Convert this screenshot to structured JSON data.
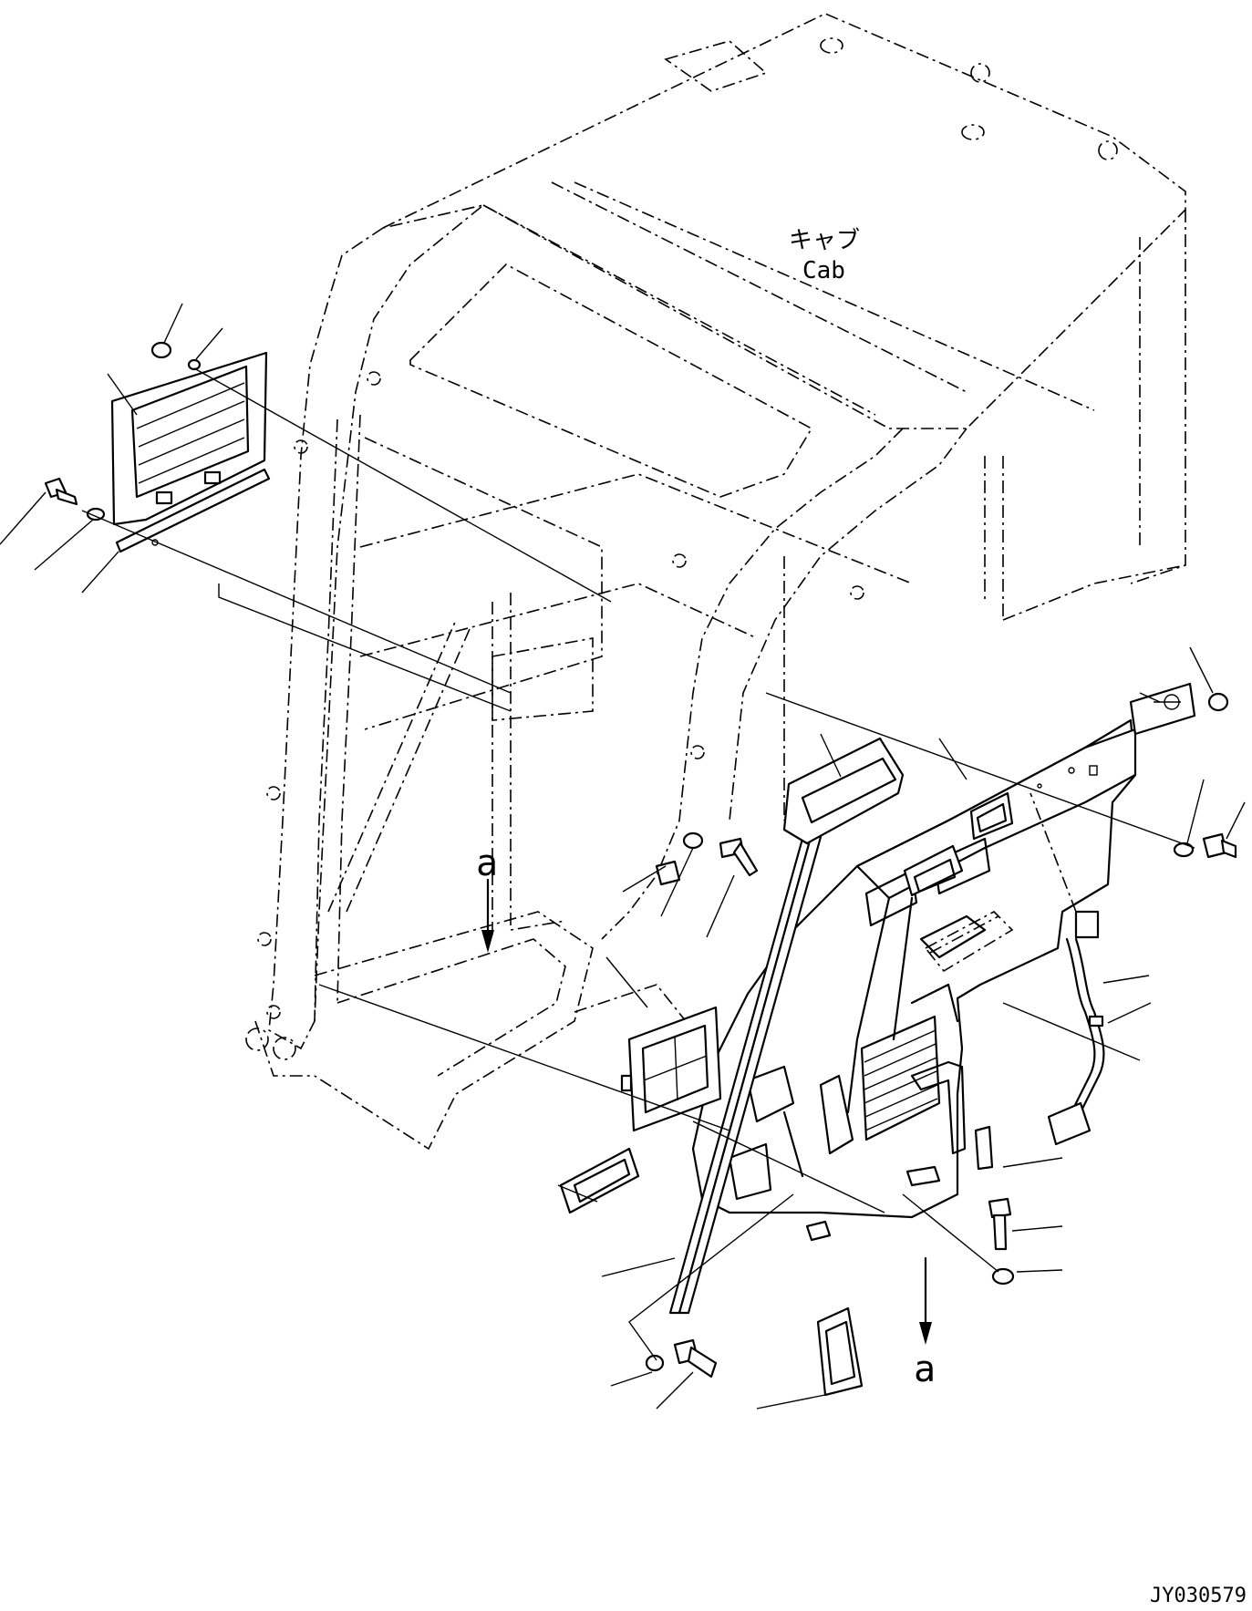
{
  "labels": {
    "cab_jp": "キャブ",
    "cab_en": "Cab",
    "view_a_top": "a",
    "view_a_bottom": "a",
    "drawing_no": "JY030579"
  }
}
